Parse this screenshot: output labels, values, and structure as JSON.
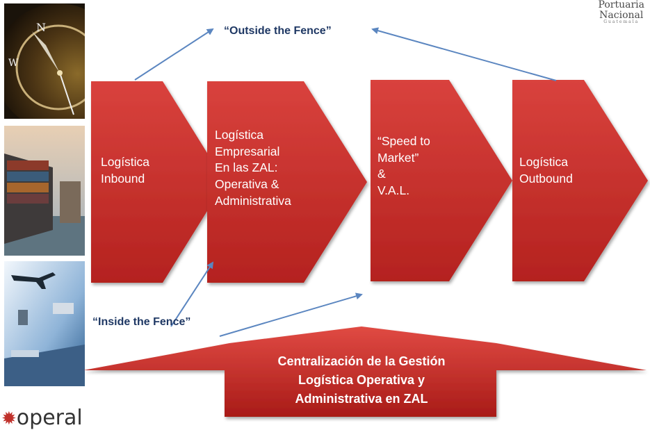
{
  "top_label": "“Outside the Fence”",
  "bottom_label": "“Inside the Fence”",
  "steps": [
    {
      "lines": [
        "Logística",
        "Inbound"
      ]
    },
    {
      "lines": [
        "Logística",
        "Empresarial",
        "En las ZAL:",
        "Operativa &",
        "Administrativa"
      ]
    },
    {
      "lines": [
        "“Speed to",
        "Market”",
        "&",
        "V.A.L."
      ]
    },
    {
      "lines": [
        "Logística",
        "Outbound"
      ]
    }
  ],
  "center_box": {
    "lines": [
      "Centralización de la Gestión",
      "Logística Operativa y",
      "Administrativa en ZAL"
    ]
  },
  "logo_top": {
    "line1": "Portuaria",
    "line2": "Nacional",
    "line3": "Guatemala"
  },
  "logo_bottom": {
    "text": "operal"
  },
  "colors": {
    "chevron": "#c8302c",
    "chevron_dark": "#9e1f1c",
    "arrow": "#5b86c0",
    "label": "#1f3864"
  },
  "images": [
    {
      "name": "compass-clock-photo"
    },
    {
      "name": "container-ship-photo"
    },
    {
      "name": "logistics-montage-photo"
    }
  ]
}
